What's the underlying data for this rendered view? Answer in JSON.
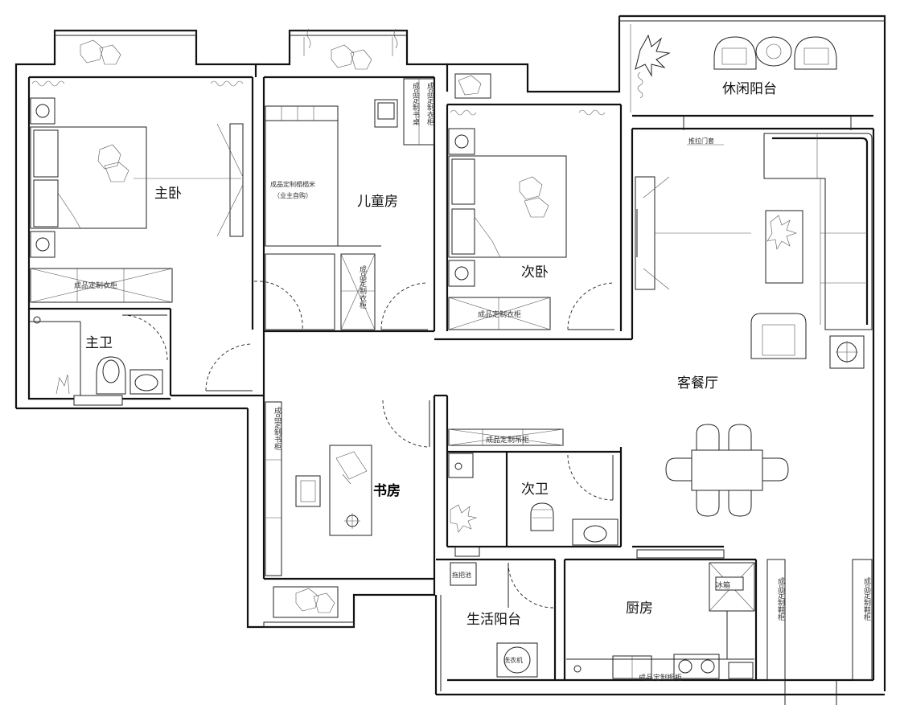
{
  "rooms": {
    "master_bedroom": "主卧",
    "kids_room": "儿童房",
    "second_bedroom": "次卧",
    "leisure_balcony": "休闲阳台",
    "living_dining": "客餐厅",
    "master_bath": "主卫",
    "study": "书房",
    "second_bath": "次卫",
    "utility_balcony": "生活阳台",
    "kitchen": "厨房"
  },
  "notes": {
    "wardrobe_master": "成品定制衣柜",
    "wardrobe_second": "成品定制衣柜",
    "kids_bed_cabinet": "成品定制榻榻米",
    "kids_bed_cabinet_sub": "（业主自购）",
    "sliding_door": "推拉门套",
    "hall_cabinet": "成品定制吊柜",
    "kitchen_cabinet": "成品定制橱柜",
    "fridge": "冰箱",
    "mop_pool": "拖把池",
    "washer": "洗衣机",
    "kids_desk": "成品定制书桌",
    "kids_wardrobe": "成品定制衣柜",
    "kids_small_cabinet": "成品定制衣柜",
    "study_cabinet": "成品定制书柜",
    "entry_cabinet_left": "成品定制鞋柜",
    "entry_cabinet_right": "成品定制鞋柜"
  }
}
